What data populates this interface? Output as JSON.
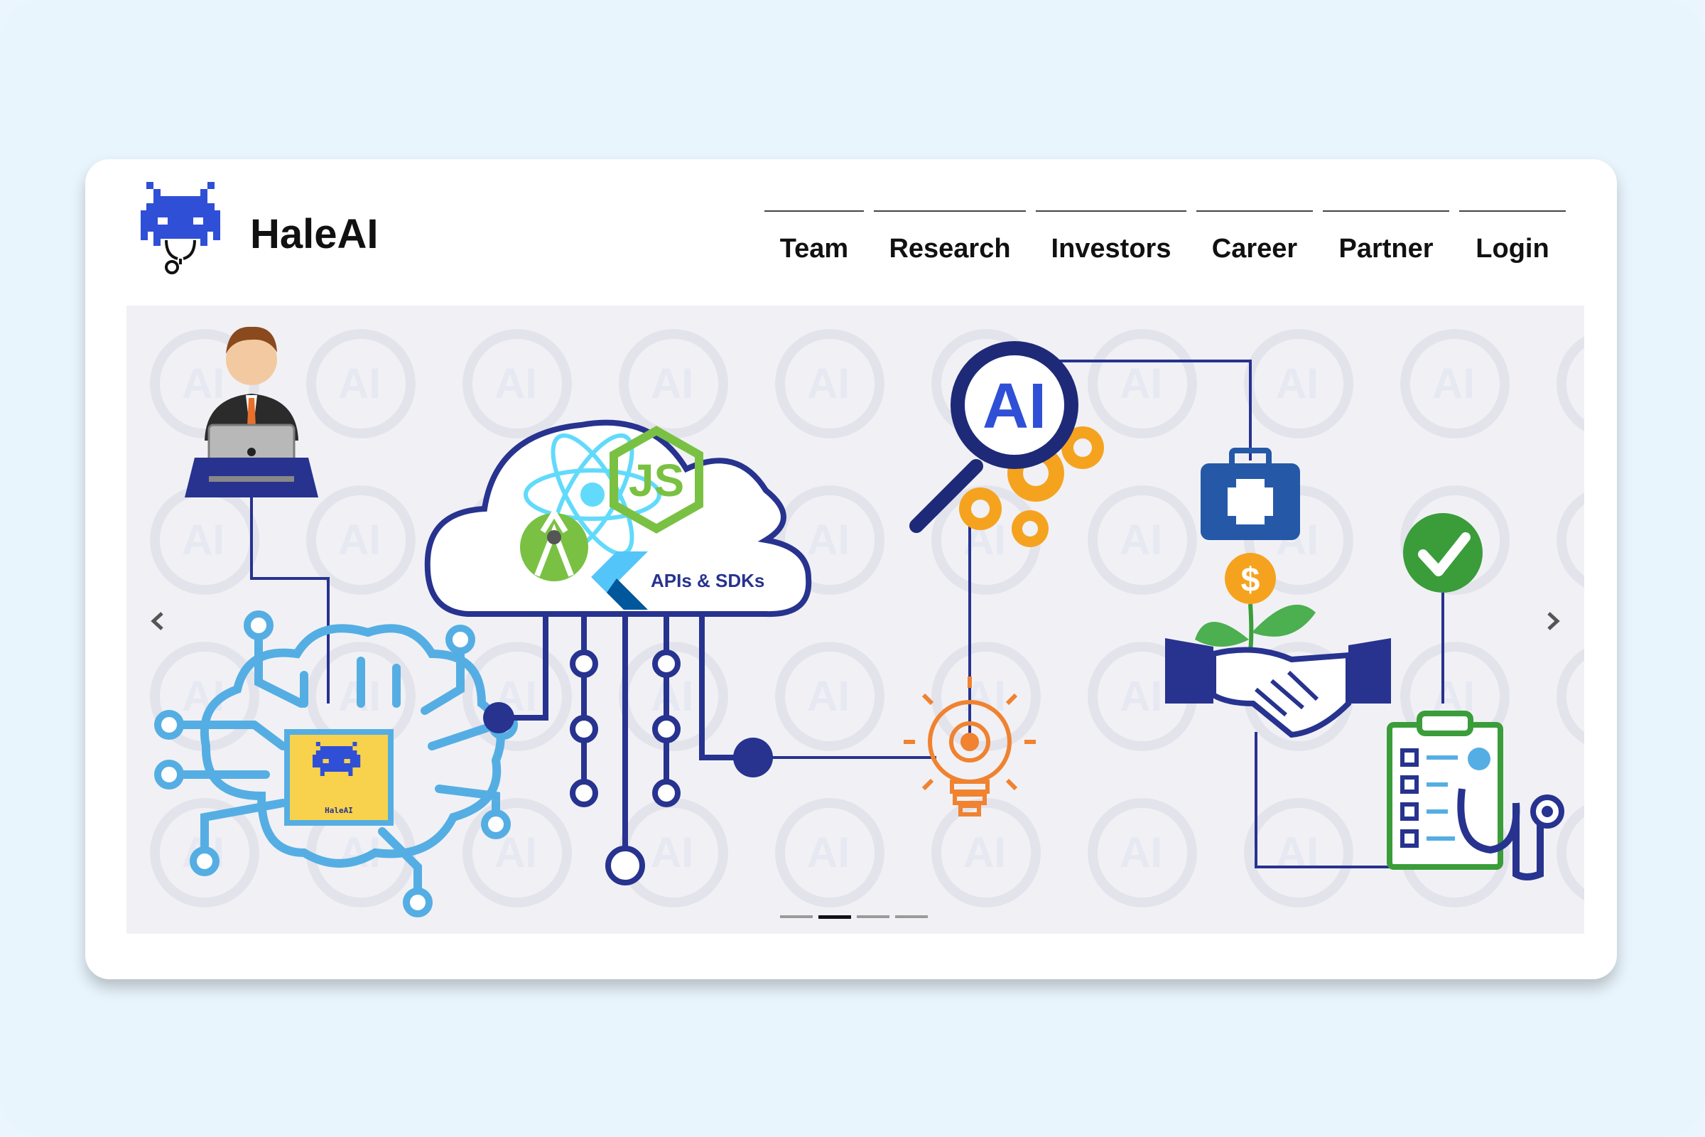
{
  "brand": {
    "name": "HaleAI",
    "logo_icon": "pixel-invader-stethoscope-icon",
    "logo_color": "#2f4fd6"
  },
  "nav": {
    "items": [
      {
        "label": "Team"
      },
      {
        "label": "Research"
      },
      {
        "label": "Investors"
      },
      {
        "label": "Career"
      },
      {
        "label": "Partner"
      },
      {
        "label": "Login"
      }
    ]
  },
  "hero": {
    "chip_label": "HaleAI",
    "cloud_label": "APIs & SDKs",
    "ai_lens_label": "AI",
    "js_label": "JS",
    "money_label": "$",
    "slides": {
      "count": 4,
      "active_index": 1
    },
    "colors": {
      "navy": "#27338f",
      "circuit_blue": "#55aee3",
      "chip_yellow": "#f8d24c",
      "gear_orange": "#f5a31f",
      "bulb_orange": "#f08230",
      "check_green": "#3a9d3a",
      "node_green": "#7ac143",
      "medkit_blue": "#2559a8"
    }
  },
  "controls": {
    "prev_icon": "chevron-left-icon",
    "next_icon": "chevron-right-icon"
  }
}
